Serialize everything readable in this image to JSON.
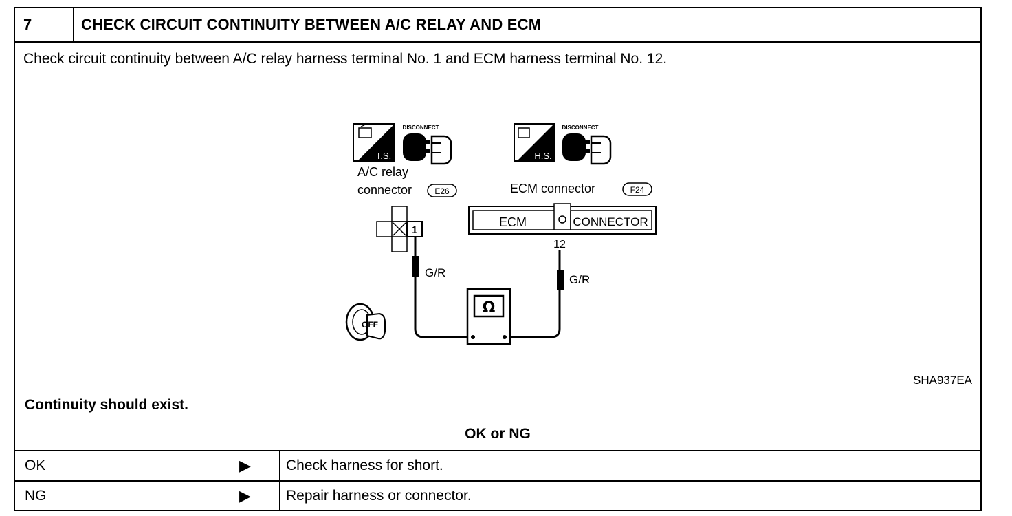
{
  "step": {
    "number": "7",
    "title": "CHECK CIRCUIT CONTINUITY BETWEEN A/C RELAY AND ECM"
  },
  "instruction": "Check circuit continuity between A/C relay harness terminal No. 1 and ECM harness terminal No. 12.",
  "diagram": {
    "ts_badge": "T.S.",
    "hs_badge": "H.S.",
    "disconnect_label": "DISCONNECT",
    "relay_label_line1": "A/C  relay",
    "relay_label_line2": "connector",
    "relay_code": "E26",
    "ecm_label": "ECM  connector",
    "ecm_code": "F24",
    "ecm_box_left": "ECM",
    "ecm_box_right": "CONNECTOR",
    "terminal_relay": "1",
    "terminal_ecm": "12",
    "wire_left": "G/R",
    "wire_right": "G/R",
    "meter_symbol": "Ω",
    "ignition_label": "OFF",
    "figure_code": "SHA937EA"
  },
  "expectation": "Continuity should exist.",
  "decision_title": "OK or NG",
  "results": [
    {
      "label": "OK",
      "arrow": "▶",
      "action": "Check harness for short."
    },
    {
      "label": "NG",
      "arrow": "▶",
      "action": "Repair harness or connector."
    }
  ]
}
